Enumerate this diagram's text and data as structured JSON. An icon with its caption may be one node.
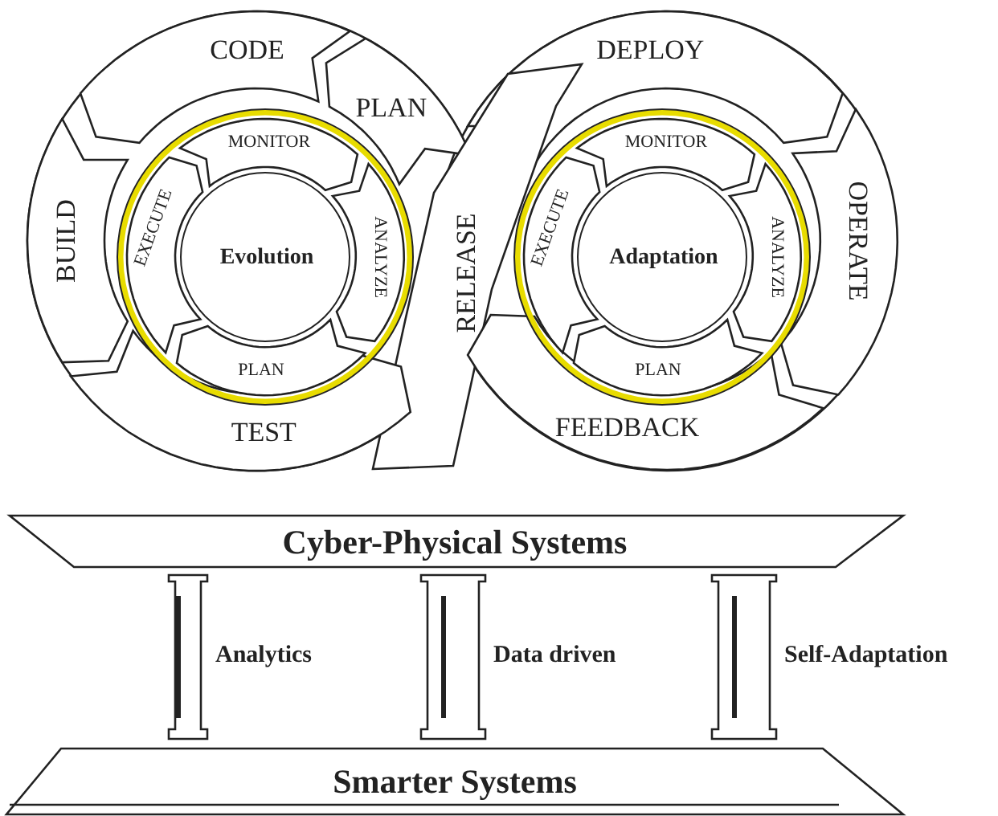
{
  "diagram": {
    "nodes": [
      {
        "text": [
          "CODE"
        ]
      },
      {
        "text": [
          "PLAN"
        ]
      },
      {
        "text": [
          "DEPLOY"
        ]
      },
      {
        "text": [
          "BUILD"
        ]
      },
      {
        "text": [
          "RELEASE"
        ]
      },
      {
        "text": [
          "OPERATE"
        ]
      },
      {
        "text": [
          "TEST"
        ]
      },
      {
        "text": [
          "FEEDBACK"
        ]
      },
      {
        "text": [
          "Evolution"
        ]
      },
      {
        "text": [
          "MONITOR"
        ]
      },
      {
        "text": [
          "ANALYZE"
        ]
      },
      {
        "text": [
          "PLAN"
        ]
      },
      {
        "text": [
          "EXECUTE"
        ]
      },
      {
        "text": [
          "Adaptation"
        ]
      },
      {
        "text": [
          "MONITOR"
        ]
      },
      {
        "text": [
          "ANALYZE"
        ]
      },
      {
        "text": [
          "PLAN"
        ]
      },
      {
        "text": [
          "EXECUTE"
        ]
      },
      {
        "text": [
          "Cyber-Physical Systems"
        ]
      },
      {
        "text": [],
        "shape": "pillar",
        "beside": [
          "Analytics"
        ]
      },
      {
        "text": [],
        "shape": "pillar",
        "beside": [
          "Data driven"
        ]
      },
      {
        "text": [],
        "shape": "pillar",
        "beside": [
          "Self-Adaptation"
        ]
      },
      {
        "text": [
          "Smarter Systems"
        ]
      }
    ]
  }
}
